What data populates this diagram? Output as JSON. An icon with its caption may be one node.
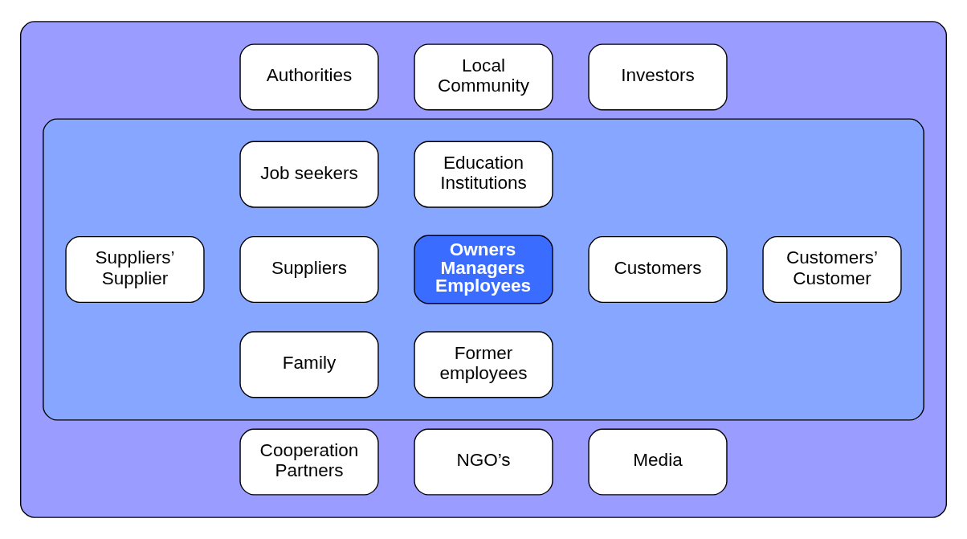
{
  "diagram": {
    "nodes": [
      {
        "text": [],
        "shape": "box"
      },
      {
        "text": [
          "Authorities"
        ],
        "in": 0
      },
      {
        "text": [
          "Local Community"
        ],
        "in": 0
      },
      {
        "text": [
          "Investors"
        ],
        "in": 0
      },
      {
        "text": [],
        "shape": "box",
        "in": 0
      },
      {
        "text": [
          "Job seekers"
        ],
        "in": 4
      },
      {
        "text": [
          "Education Institutions"
        ],
        "in": 4
      },
      {
        "text": [
          "Suppliers’ Supplier"
        ],
        "in": 4
      },
      {
        "text": [
          "Suppliers"
        ],
        "in": 4
      },
      {
        "text": [
          "Owners Managers Employees"
        ],
        "in": 4
      },
      {
        "text": [
          "Customers"
        ],
        "in": 4
      },
      {
        "text": [
          "Customers’ Customer"
        ],
        "in": 4
      },
      {
        "text": [
          "Family"
        ],
        "in": 4
      },
      {
        "text": [
          "Former employees"
        ],
        "in": 4
      },
      {
        "text": [
          "Cooperation Partners"
        ],
        "in": 0
      },
      {
        "text": [
          "NGO’s"
        ],
        "in": 0
      },
      {
        "text": [
          "Media"
        ],
        "in": 0
      }
    ],
    "edges": []
  }
}
